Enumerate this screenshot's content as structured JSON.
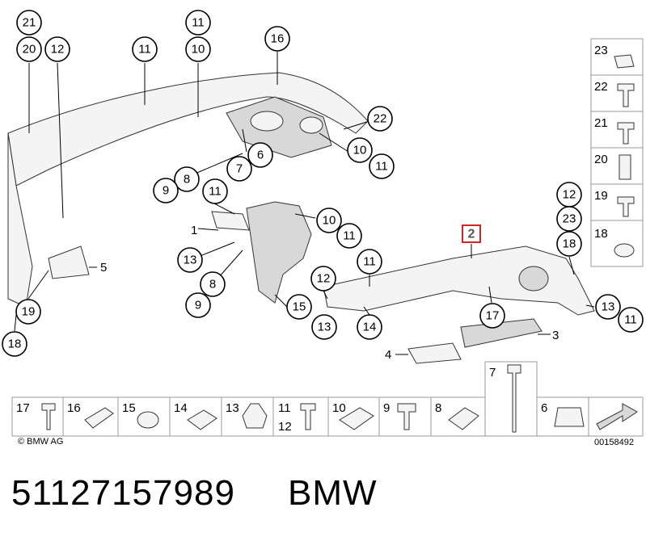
{
  "copyright": "© BMW AG",
  "reference_code": "00158492",
  "part_number": "51127157989",
  "brand": "BMW",
  "highlighted_label": "2",
  "callouts": [
    "21",
    "20",
    "12",
    "11",
    "11",
    "10",
    "16",
    "22",
    "10",
    "11",
    "6",
    "7",
    "8",
    "9",
    "11",
    "10",
    "11",
    "1",
    "13",
    "8",
    "9",
    "15",
    "5",
    "19",
    "18",
    "12",
    "13",
    "11",
    "14",
    "17",
    "12",
    "23",
    "18",
    "13",
    "11",
    "3",
    "4"
  ],
  "plain_labels": [
    "1",
    "3",
    "4",
    "5",
    "7"
  ],
  "legend_right": [
    "23",
    "22",
    "21",
    "20",
    "19",
    "18"
  ],
  "legend_bottom": [
    "17",
    "16",
    "15",
    "14",
    "13",
    "11",
    "12",
    "10",
    "9",
    "8",
    "7",
    "6"
  ]
}
